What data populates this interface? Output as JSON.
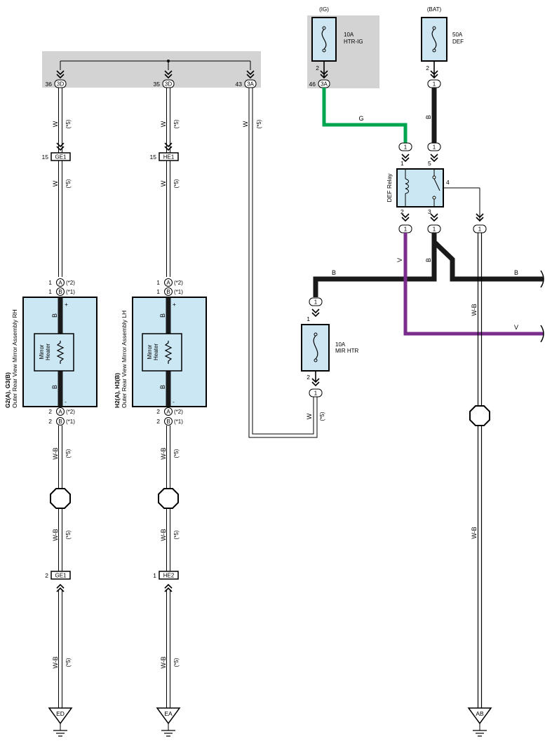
{
  "fuses": {
    "htr_ig": {
      "amp": "10A",
      "name": "HTR-IG",
      "source": "(IG)"
    },
    "def": {
      "amp": "50A",
      "name": "DEF",
      "source": "(BAT)"
    },
    "mir_htr": {
      "amp": "10A",
      "name": "MIR HTR"
    }
  },
  "relay": {
    "name": "DEF Relay",
    "pins": [
      "1",
      "5",
      "4",
      "2",
      "3"
    ]
  },
  "connectors": {
    "jb_3d_1": "3D",
    "jb_3d_2": "3D",
    "jb_3a_1": "3A",
    "jb_3a_2": "3A",
    "ge1_top": "GE1",
    "he1_top": "HE1",
    "ge1_bot": "GE1",
    "he2_bot": "HE2"
  },
  "pins": {
    "p36": "36",
    "p35": "35",
    "p43": "43",
    "p46": "46",
    "p15a": "15",
    "p15b": "15",
    "p2ge": "2",
    "p1he": "1",
    "fuse_ig_pin": "2",
    "fuse_bat_pin": "2",
    "mir_in": "1",
    "mir_out": "2",
    "one": "1",
    "two": "2",
    "a": "A",
    "b": "B"
  },
  "notes": {
    "n1": "(*1)",
    "n2": "(*2)",
    "n5": "(*5)"
  },
  "wires": {
    "w": "W",
    "wb": "W-B",
    "b": "B",
    "g": "G",
    "v": "V"
  },
  "mirrors": {
    "rh": {
      "id": "G2(A), G3(B)",
      "name": "Outer Rear View Mirror Assembly RH",
      "heater": [
        "Mirror",
        "Heater"
      ]
    },
    "lh": {
      "id": "H2(A), H3(B)",
      "name": "Outer Rear View Mirror Assembly LH",
      "heater": [
        "Mirror",
        "Heater"
      ]
    }
  },
  "polarity": {
    "plus": "+",
    "minus": "-"
  },
  "grounds": {
    "ed": "ED",
    "ea": "EA",
    "ab": "AB"
  },
  "colors": {
    "fuse_fill": "#cde6f2",
    "component_fill": "#cbe7f4",
    "junction_block": "#d3d3d3",
    "wire_green": "#00a550",
    "wire_violet": "#7b2d8e",
    "wire_black": "#1a1a1a"
  }
}
